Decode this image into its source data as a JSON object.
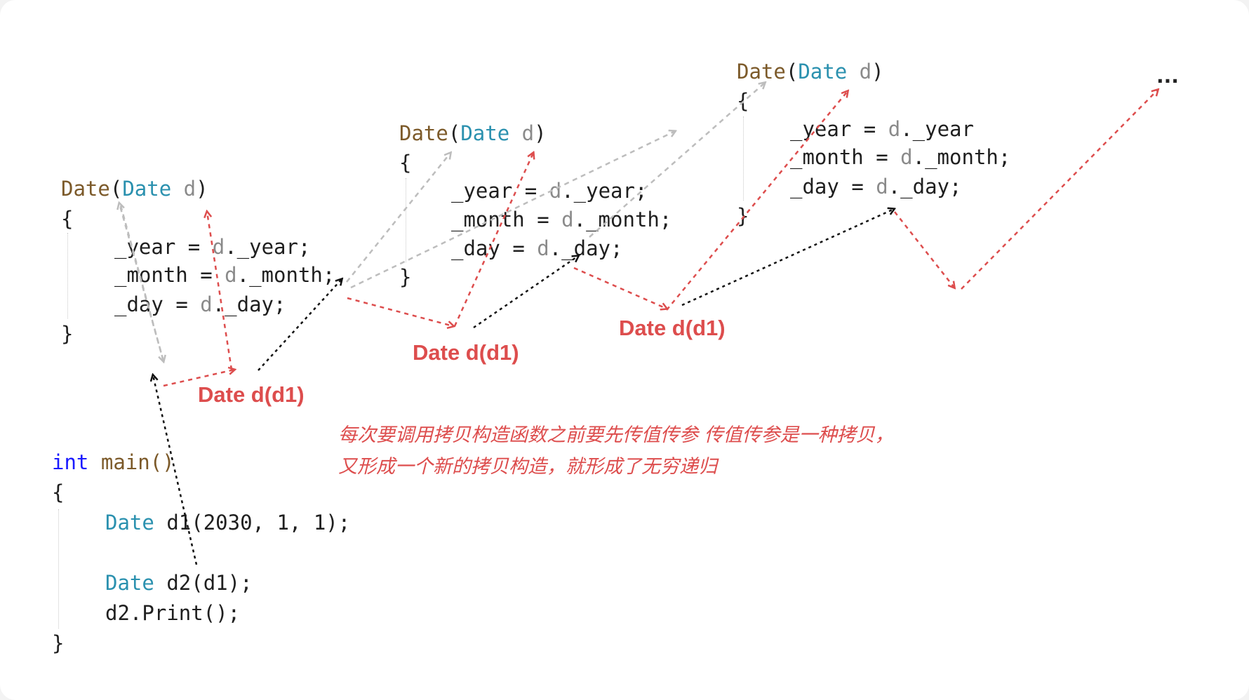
{
  "constructors": [
    {
      "signature": {
        "name": "Date",
        "open": "(",
        "ptype": "Date",
        "pname": "d",
        "close": ")"
      },
      "brace_open": "{",
      "lines": [
        {
          "lhs": "_year",
          "op": "=",
          "obj": "d",
          "rest": "._year;"
        },
        {
          "lhs": "_month",
          "op": "=",
          "obj": "d",
          "rest": "._month;"
        },
        {
          "lhs": "_day",
          "op": "=",
          "obj": "d",
          "rest": "._day;"
        }
      ],
      "brace_close": "}"
    },
    {
      "signature": {
        "name": "Date",
        "open": "(",
        "ptype": "Date",
        "pname": "d",
        "close": ")"
      },
      "brace_open": "{",
      "lines": [
        {
          "lhs": "_year",
          "op": "=",
          "obj": "d",
          "rest": "._year;"
        },
        {
          "lhs": "_month",
          "op": "=",
          "obj": "d",
          "rest": "._month;"
        },
        {
          "lhs": "_day",
          "op": "=",
          "obj": "d",
          "rest": "._day;"
        }
      ],
      "brace_close": "}"
    },
    {
      "signature": {
        "name": "Date",
        "open": "(",
        "ptype": "Date",
        "pname": "d",
        "close": ")"
      },
      "brace_open": "{",
      "lines": [
        {
          "lhs": "_year",
          "op": "=",
          "obj": "d",
          "rest": "._year"
        },
        {
          "lhs": "_month",
          "op": "=",
          "obj": "d",
          "rest": "._month;"
        },
        {
          "lhs": "_day",
          "op": "=",
          "obj": "d",
          "rest": "._day;"
        }
      ],
      "brace_close": "}"
    }
  ],
  "main": {
    "ret": "int",
    "name": "main()",
    "brace_open": "{",
    "l1_type": "Date",
    "l1_rest": "d1(2030, 1, 1);",
    "l2_type": "Date",
    "l2_rest": "d2(d1);",
    "l3": "d2.Print();",
    "brace_close": "}"
  },
  "copy_labels": [
    "Date d(d1)",
    "Date d(d1)",
    "Date d(d1)"
  ],
  "annotation": {
    "line1": "每次要调用拷贝构造函数之前要先传值传参   传值传参是一种拷贝，",
    "line2": "又形成一个新的拷贝构造，就形成了无穷递归"
  },
  "ellipsis": "...",
  "colors": {
    "function_name": "#7c5a2a",
    "type_name": "#2b91af",
    "parameter": "#8a8a8a",
    "keyword": "#1a1aff",
    "red_arrow": "#dd4d4d",
    "gray_arrow": "#bdbdbd",
    "black_arrow": "#111111"
  }
}
